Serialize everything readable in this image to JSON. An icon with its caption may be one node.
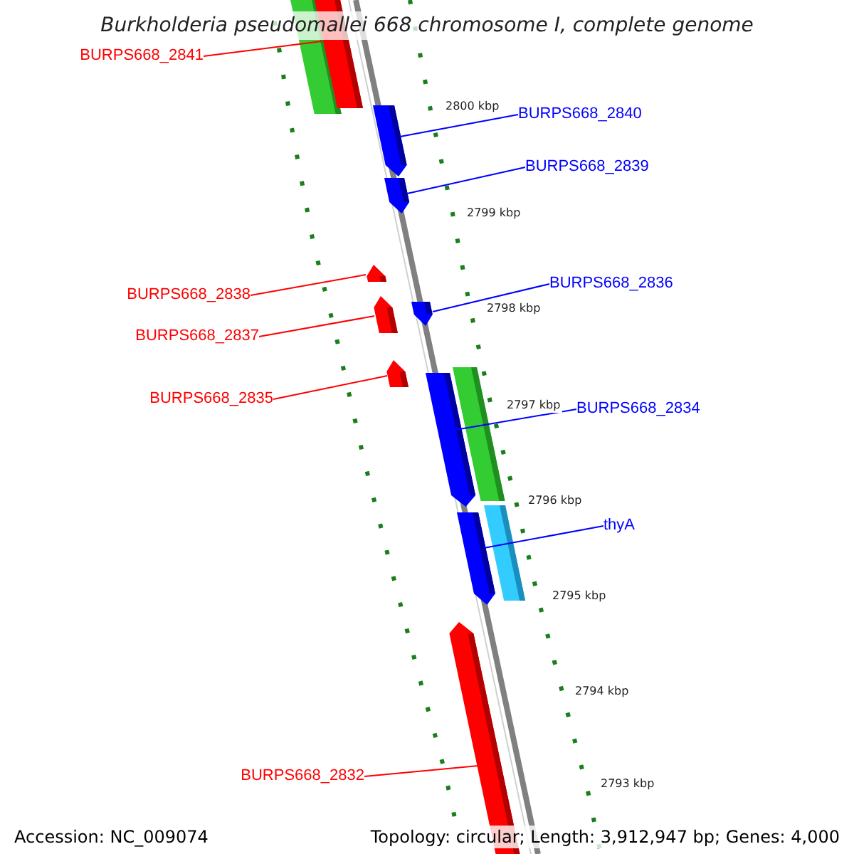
{
  "diagram": {
    "title": "Burkholderia pseudomallei 668 chromosome I, complete genome",
    "nodes": [
      {
        "text": [
          "BURPS668_2841"
        ]
      },
      {
        "text": [
          "BURPS668_2840"
        ]
      },
      {
        "text": [
          "BURPS668_2839"
        ]
      },
      {
        "text": [
          "BURPS668_2838"
        ]
      },
      {
        "text": [
          "BURPS668_2836"
        ]
      },
      {
        "text": [
          "BURPS668_2837"
        ]
      },
      {
        "text": [
          "BURPS668_2835"
        ]
      },
      {
        "text": [
          "BURPS668_2834"
        ]
      },
      {
        "text": [
          "thyA"
        ]
      },
      {
        "text": [
          "BURPS668_2832"
        ]
      },
      {
        "text": [],
        "shape": "bar"
      },
      {
        "text": [],
        "shape": "bar"
      },
      {
        "text": [],
        "shape": "bar"
      },
      {
        "text": [],
        "shape": "bar"
      },
      {
        "text": [],
        "shape": "bar"
      },
      {
        "text": [],
        "shape": "bar"
      },
      {
        "text": [],
        "shape": "bar"
      },
      {
        "text": [],
        "shape": "bar"
      },
      {
        "text": [],
        "shape": "bar"
      },
      {
        "text": [],
        "shape": "bar"
      },
      {
        "text": [],
        "shape": "bar"
      },
      {
        "text": [],
        "shape": "bar"
      },
      {
        "text": [],
        "shape": "bar"
      }
    ],
    "edges": [
      {
        "from": 0,
        "to": 11,
        "arrow": "none",
        "color": "#ff0000"
      },
      {
        "from": 1,
        "to": 12,
        "arrow": "none",
        "color": "#0000ff"
      },
      {
        "from": 2,
        "to": 13,
        "arrow": "none",
        "color": "#0000ff"
      },
      {
        "from": 3,
        "to": 14,
        "arrow": "none",
        "color": "#ff0000"
      },
      {
        "from": 4,
        "to": 16,
        "arrow": "none",
        "color": "#0000ff"
      },
      {
        "from": 5,
        "to": 15,
        "arrow": "none",
        "color": "#ff0000"
      },
      {
        "from": 6,
        "to": 17,
        "arrow": "none",
        "color": "#ff0000"
      },
      {
        "from": 7,
        "to": 18,
        "arrow": "none",
        "color": "#0000ff"
      },
      {
        "from": 8,
        "to": 21,
        "arrow": "none",
        "color": "#0000ff"
      },
      {
        "from": 9,
        "to": 22,
        "arrow": "none",
        "color": "#ff0000"
      }
    ],
    "labels": [
      "2800 kbp",
      "2799 kbp",
      "2798 kbp",
      "2797 kbp",
      "2796 kbp",
      "2795 kbp",
      "2794 kbp",
      "2793 kbp",
      "Accession: NC_009074",
      "Topology: circular; Length: 3,912,947 bp; Genes: 4,000"
    ]
  }
}
